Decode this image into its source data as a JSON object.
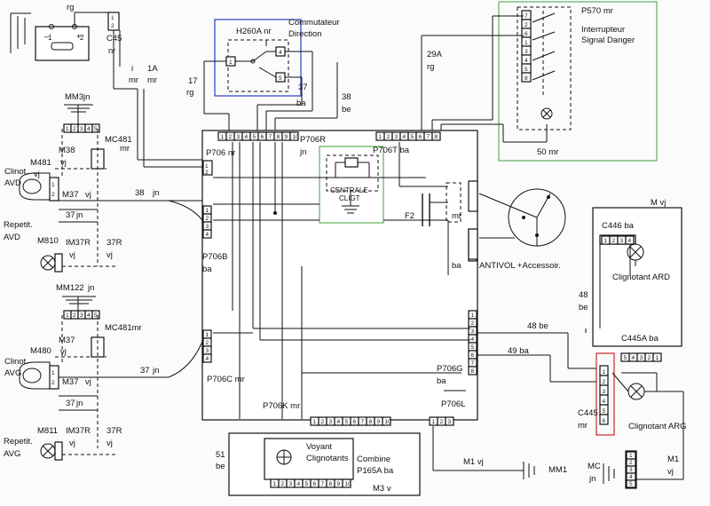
{
  "colors": {
    "highlight_blue": "#2a3cc8",
    "highlight_green": "#3ca03c",
    "highlight_red": "#c8282c"
  },
  "battery": {
    "wire_top": "rg",
    "pin1": "1",
    "pin2": "2",
    "connector": "C45",
    "connector_color": "nr",
    "wire_left": "i",
    "wire_left_color": "mr",
    "wire_1a": "1A",
    "wire_1a_color": "mr"
  },
  "commutateur": {
    "title_1": "Commutateur",
    "title_2": "Direction",
    "ref": "H260A nr",
    "pin_a": "1",
    "pin_b": "4",
    "pin_c": "5",
    "wire_17": "17",
    "wire_17_color": "rg",
    "wire_37": "37",
    "wire_37_color": "ba",
    "wire_38": "38",
    "wire_38_color": "be"
  },
  "interrupteur": {
    "ref": "P570 mr",
    "title_1": "Interrupteur",
    "title_2": "Signal Danger",
    "wire_29a": "29A",
    "wire_29a_color": "rg",
    "wire_50": "50 mr",
    "pins": [
      "7",
      "2",
      "6",
      "1",
      "3",
      "4",
      "5",
      "8"
    ]
  },
  "centrale": {
    "ref": "P706R",
    "color": "jn",
    "label": "CENTRALE",
    "label_2": "CLIGT",
    "p706t": "P706T ba",
    "p706_nr": "P706 nr",
    "p706b": "P706B",
    "p706b_color": "ba",
    "p706c": "P706C mr",
    "p706k": "P706K mr",
    "p706g": "P706G",
    "p706g_color": "ba",
    "p706l": "P706L",
    "top_pins": [
      "1",
      "2",
      "3",
      "4",
      "5",
      "6",
      "7",
      "8",
      "9",
      "10"
    ],
    "top_pins_right": [
      "1",
      "2",
      "3",
      "4",
      "5",
      "6",
      "7",
      "8"
    ],
    "bottom_pins": [
      "1",
      "2",
      "3",
      "4",
      "5",
      "6",
      "7",
      "8",
      "9",
      "10"
    ],
    "bottom_right_pins": [
      "1",
      "2",
      "3"
    ],
    "left_pins_a": [
      "1",
      "2",
      "3",
      "4"
    ],
    "left_pins_b": [
      "1",
      "2",
      "3",
      "4"
    ],
    "right_pins_a": [
      "1",
      "2",
      "3",
      "4"
    ],
    "right_pins_b": [
      "1",
      "2",
      "3",
      "4",
      "5",
      "6",
      "7",
      "8"
    ],
    "left_pin_1": "1",
    "left_pin_2": "2"
  },
  "front_left": {
    "mm3": "MM3",
    "mm3_color": "jn",
    "mc481": "MC481",
    "mc481_color": "mr",
    "m38": "M38",
    "m38_color": "vj",
    "clinot": "Clinot.",
    "avd": "AVD",
    "m481": "M481",
    "m481_color": "vj",
    "m37": "M37",
    "m37_color": "vj",
    "w37": "37",
    "w37_color": "jn",
    "w38": "38",
    "w38_color": "jn",
    "repetit": "Repetit.",
    "repetit_side": "AVD",
    "m810": "M810",
    "im37r": "IM37R",
    "im37r_color": "vj",
    "w37r": "37R",
    "w37r_color": "vj",
    "w1": "1",
    "w2": "2",
    "top_pins": [
      "1",
      "2",
      "3",
      "4",
      "5"
    ]
  },
  "rear_left": {
    "mm122": "MM122",
    "mm122_color": "jn",
    "mc481": "MC481mr",
    "m480": "M480",
    "m37": "M37",
    "m37_color": "vj",
    "clinot": "Clinot.",
    "avg": "AVG",
    "m37b": "M37",
    "m37b_color": "vj",
    "w37": "37",
    "w37_color": "jn",
    "w37b": "37",
    "w37b_color": "jn",
    "repetit": "Repetit.",
    "repetit_side": "AVG",
    "m811": "M811",
    "im37r": "IM37R",
    "im37r_color": "vj",
    "w37r": "37R",
    "w37r_color": "vj",
    "w1": "1",
    "w2": "2",
    "top_pins": [
      "1",
      "2",
      "3",
      "4",
      "5"
    ]
  },
  "antivol": {
    "label": "ANTIVOL +Accessoir.",
    "f2": "F2",
    "mr": "mr",
    "ba": "ba"
  },
  "clignotant_ard": {
    "m": "M vj",
    "c446": "C446 ba",
    "label": "Clignotant ARD",
    "w48": "48",
    "w48_color": "be",
    "c445a": "C445A ba",
    "pins": [
      "1",
      "2",
      "3",
      "4"
    ]
  },
  "clignotant_arg": {
    "c445": "C445",
    "c445_color": "mr",
    "label": "Clignotant ARG",
    "pins_top": [
      "5",
      "4",
      "3",
      "2",
      "1"
    ],
    "pins_left": [
      "1",
      "2",
      "3",
      "4",
      "5",
      "6"
    ]
  },
  "wires_mid": {
    "w48": "48 be",
    "w49": "49 ba",
    "m1_vj": "M1 vj",
    "mm1": "MM1",
    "mc": "MC",
    "jn": "jn",
    "m1": "M1",
    "vj": "vj",
    "pins_m1": [
      "1",
      "2",
      "3",
      "4",
      "5"
    ]
  },
  "combine": {
    "voyant": "Voyant",
    "voyant_2": "Clignotants",
    "combine": "Combine",
    "ref": "P165A ba",
    "m3": "M3 v",
    "w51": "51",
    "w51_color": "be",
    "pins": [
      "1",
      "2",
      "3",
      "4",
      "5",
      "6",
      "7",
      "8",
      "9",
      "10"
    ]
  }
}
